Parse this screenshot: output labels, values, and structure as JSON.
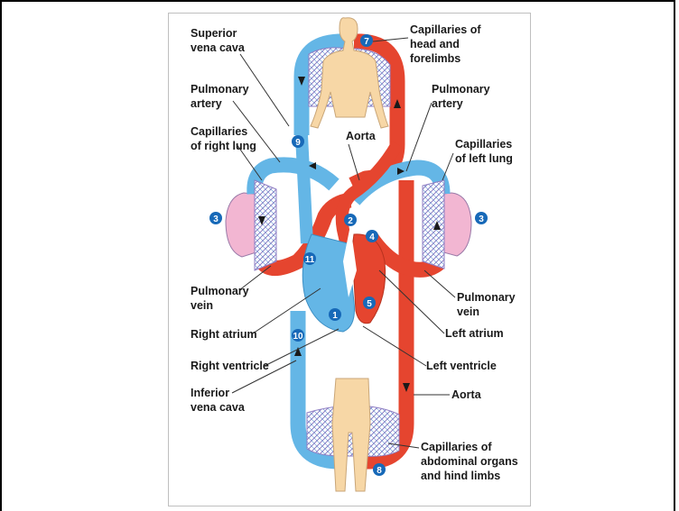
{
  "colors": {
    "oxygen_poor": "#64b6e6",
    "oxygen_rich": "#e5452f",
    "body": "#f7d7a6",
    "lung": "#f2b6d2",
    "capillary": "#8f7fc4",
    "badge": "#1769b8"
  },
  "labels": {
    "superior_vena_cava": [
      "Superior",
      "vena cava"
    ],
    "pulmonary_artery_left_side": [
      "Pulmonary",
      "artery"
    ],
    "capillaries_right_lung": [
      "Capillaries",
      "of right lung"
    ],
    "pulmonary_vein_left_side": [
      "Pulmonary",
      "vein"
    ],
    "right_atrium": "Right atrium",
    "right_ventricle": "Right ventricle",
    "inferior_vena_cava": [
      "Inferior",
      "vena cava"
    ],
    "capillaries_head": [
      "Capillaries of",
      "head and",
      "forelimbs"
    ],
    "pulmonary_artery_right_side": [
      "Pulmonary",
      "artery"
    ],
    "aorta_top": "Aorta",
    "capillaries_left_lung": [
      "Capillaries",
      "of left lung"
    ],
    "pulmonary_vein_right_side": [
      "Pulmonary",
      "vein"
    ],
    "left_atrium": "Left atrium",
    "left_ventricle": "Left ventricle",
    "aorta_bottom": "Aorta",
    "capillaries_abdominal": [
      "Capillaries of",
      "abdominal organs",
      "and hind limbs"
    ]
  },
  "step_numbers": {
    "n1": "1",
    "n2": "2",
    "n3a": "3",
    "n3b": "3",
    "n4": "4",
    "n5": "5",
    "n7": "7",
    "n8": "8",
    "n9": "9",
    "n10": "10",
    "n11": "11"
  }
}
